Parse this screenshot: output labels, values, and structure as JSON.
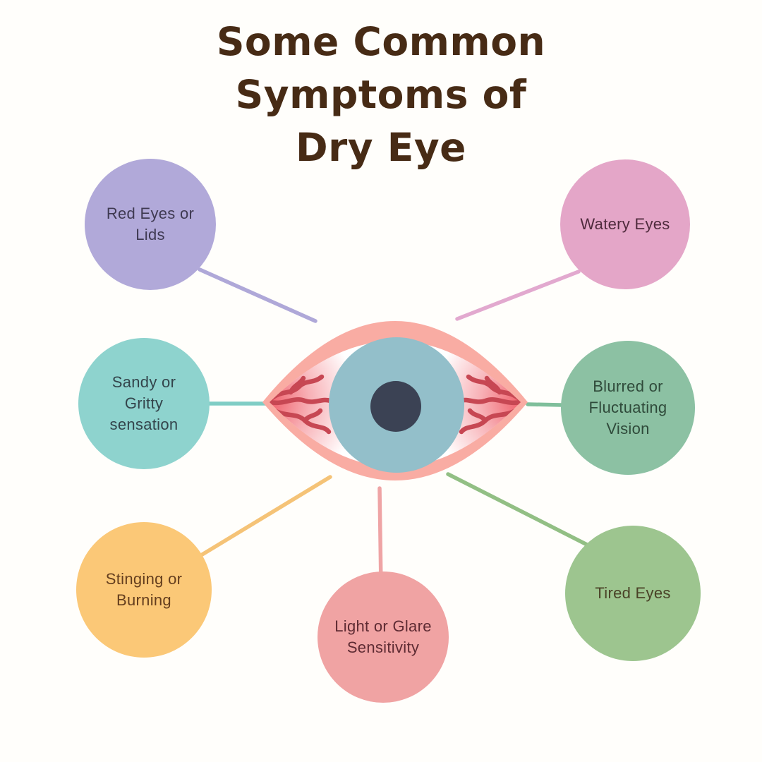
{
  "background_color": "#FFFEFB",
  "title": {
    "line1": "Some Common",
    "line2": "Symptoms of",
    "line3": "Dry Eye",
    "color": "#472B15"
  },
  "symptoms": [
    {
      "id": "red-eyes-or-lids",
      "lines": [
        "Red Eyes or",
        "Lids"
      ],
      "circle_color": "#B1A9D9",
      "text_color": "#3F3A52",
      "line_color": "#AFA8D8"
    },
    {
      "id": "watery-eyes",
      "lines": [
        "Watery Eyes"
      ],
      "circle_color": "#E4A6C8",
      "text_color": "#4F2B3D",
      "line_color": "#E2A9CF"
    },
    {
      "id": "sandy-or-gritty-sensation",
      "lines": [
        "Sandy or",
        "Gritty",
        "sensation"
      ],
      "circle_color": "#8ED3CE",
      "text_color": "#33444B",
      "line_color": "#7FCDC5"
    },
    {
      "id": "blurred-or-fluctuating-vision",
      "lines": [
        "Blurred or",
        "Fluctuating",
        "Vision"
      ],
      "circle_color": "#8CC1A3",
      "text_color": "#2F4A3A",
      "line_color": "#7FBF9B"
    },
    {
      "id": "stinging-or-burning",
      "lines": [
        "Stinging or",
        "Burning"
      ],
      "circle_color": "#FBC877",
      "text_color": "#643E1E",
      "line_color": "#F5C377"
    },
    {
      "id": "light-or-glare-sensitivity",
      "lines": [
        "Light or Glare",
        "Sensitivity"
      ],
      "circle_color": "#F0A3A3",
      "text_color": "#5E2B33",
      "line_color": "#EFA4A5"
    },
    {
      "id": "tired-eyes",
      "lines": [
        "Tired Eyes"
      ],
      "circle_color": "#9DC58F",
      "text_color": "#4A4227",
      "line_color": "#92BF84"
    }
  ],
  "eye": {
    "lid_color": "#F9ACA3",
    "sclera_color": "#FFFFFF",
    "corner_red": "#F0606B",
    "vein_color": "#C74753",
    "iris_color": "#93BFCA",
    "pupil_color": "#3B4254"
  }
}
